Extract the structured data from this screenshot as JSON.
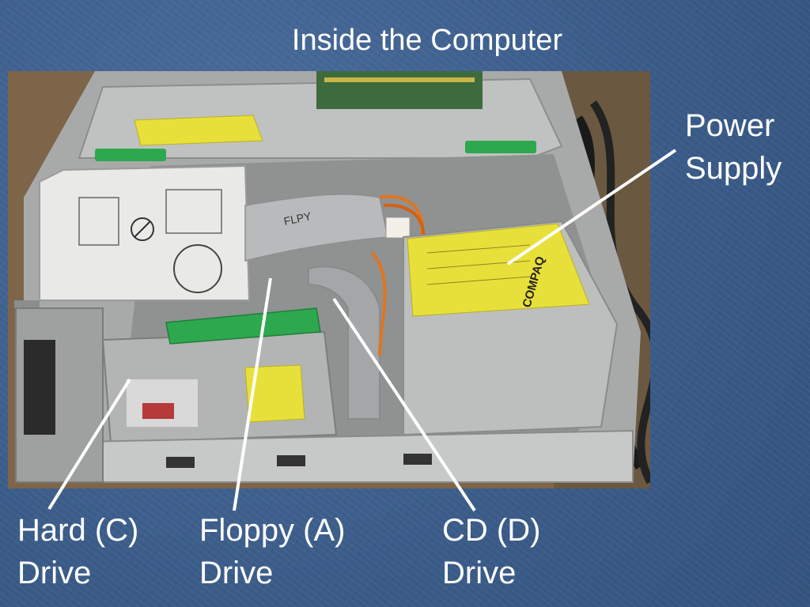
{
  "slide": {
    "title": "Inside the Computer"
  },
  "photo": {
    "case_brand": "COMPAQ",
    "floppy_label_text": "FLPY"
  },
  "labels": {
    "power_supply": [
      "Power",
      "Supply"
    ],
    "hard_drive": [
      "Hard (C)",
      "Drive"
    ],
    "floppy_drive": [
      "Floppy (A)",
      "Drive"
    ],
    "cd_drive": [
      "CD (D)",
      "Drive"
    ]
  },
  "colors": {
    "background": "#3f6291",
    "text": "#ffffff",
    "pointer": "#ffffff",
    "sticker_yellow": "#e8e03a",
    "bracket_green": "#2ea84e"
  }
}
